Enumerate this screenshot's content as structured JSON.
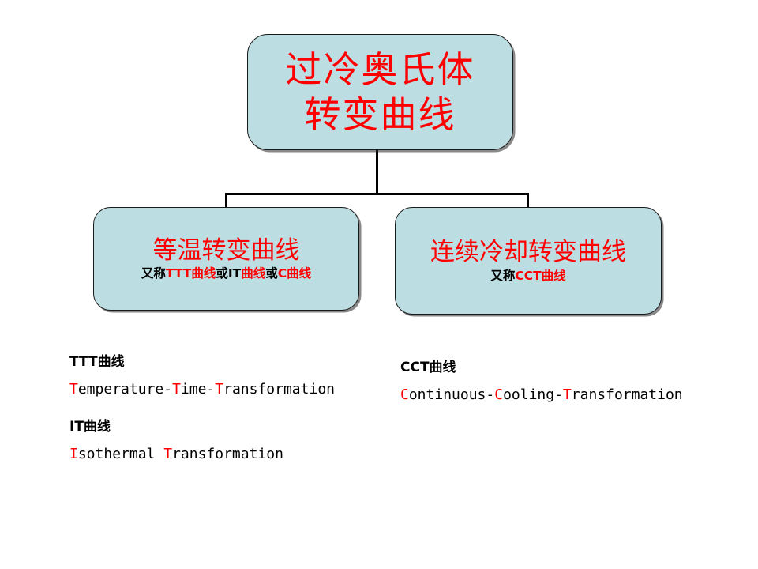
{
  "diagram": {
    "root": {
      "line1": "过冷奥氏体",
      "line2": "转变曲线"
    },
    "children": [
      {
        "id": "isothermal",
        "title": "等温转变曲线",
        "subtitle_parts": [
          {
            "text": "又称",
            "color": "#000000"
          },
          {
            "text": "TTT曲线",
            "color": "#ff0000"
          },
          {
            "text": "或",
            "color": "#000000"
          },
          {
            "text": "IT",
            "color": "#000000"
          },
          {
            "text": "曲线",
            "color": "#ff0000"
          },
          {
            "text": "或",
            "color": "#000000"
          },
          {
            "text": "C曲线",
            "color": "#ff0000"
          }
        ],
        "subtitle_plain": "又称TTT曲线或IT曲线或C曲线"
      },
      {
        "id": "continuous-cooling",
        "title": "连续冷却转变曲线",
        "subtitle_parts": [
          {
            "text": "又称",
            "color": "#000000"
          },
          {
            "text": "CCT曲线",
            "color": "#ff0000"
          }
        ],
        "subtitle_plain": "又称CCT曲线"
      }
    ]
  },
  "legend_left": {
    "heading1": "TTT曲线",
    "expansion1_parts": [
      {
        "text": "T",
        "color": "#ff0000"
      },
      {
        "text": "emperature-",
        "color": "#000000"
      },
      {
        "text": "T",
        "color": "#ff0000"
      },
      {
        "text": "ime-",
        "color": "#000000"
      },
      {
        "text": "T",
        "color": "#ff0000"
      },
      {
        "text": "ransformation",
        "color": "#000000"
      }
    ],
    "expansion1_plain": "Temperature-Time-Transformation",
    "heading2": "IT曲线",
    "expansion2_parts": [
      {
        "text": "I",
        "color": "#ff0000"
      },
      {
        "text": "sothermal ",
        "color": "#000000"
      },
      {
        "text": "T",
        "color": "#ff0000"
      },
      {
        "text": "ransformation",
        "color": "#000000"
      }
    ],
    "expansion2_plain": "Isothermal Transformation"
  },
  "legend_right": {
    "heading1": "CCT曲线",
    "expansion1_parts": [
      {
        "text": "C",
        "color": "#ff0000"
      },
      {
        "text": "ontinuous-",
        "color": "#000000"
      },
      {
        "text": "C",
        "color": "#ff0000"
      },
      {
        "text": "ooling-",
        "color": "#000000"
      },
      {
        "text": "T",
        "color": "#ff0000"
      },
      {
        "text": "ransformation",
        "color": "#000000"
      }
    ],
    "expansion1_plain": "Continuous-Cooling-Transformation"
  },
  "colors": {
    "box_fill": "#bcdde2",
    "box_border": "#1a1a1a",
    "accent_red": "#ff0000",
    "text_black": "#000000",
    "background": "#ffffff"
  }
}
